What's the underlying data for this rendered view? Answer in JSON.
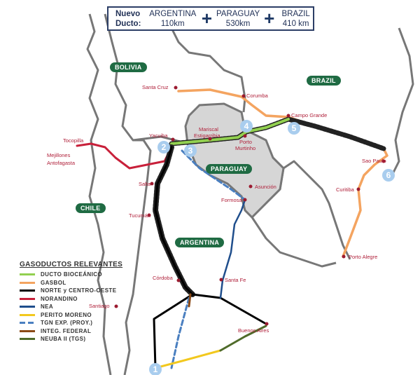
{
  "header": {
    "label_line1": "Nuevo",
    "label_line2": "Ducto:",
    "segments": [
      {
        "country": "ARGENTINA",
        "length": "110km"
      },
      {
        "country": "PARAGUAY",
        "length": "530km"
      },
      {
        "country": "BRAZIL",
        "length": "410 km"
      }
    ],
    "plus": "+"
  },
  "countries": {
    "bolivia": "BOLIVIA",
    "brazil": "BRAZIL",
    "chile": "CHILE",
    "paraguay": "PARAGUAY",
    "argentina": "ARGENTINA"
  },
  "cities": {
    "santa_cruz": "Santa Cruz",
    "corumba": "Corumba",
    "campo_grande": "Campo Grande",
    "mariscal": "Mariscal",
    "estigarribia": "Estigarribia",
    "porto": "Porto",
    "murtinho": "Murtinho",
    "yacuiba": "Yacuiba",
    "tocopilla": "Tocopilla",
    "mejillones": "Mejillones",
    "antofagasta": "Antofagasta",
    "salta": "Salta",
    "tucuman": "Tucumán",
    "cordoba": "Córdoba",
    "santiago": "Santiago",
    "santa_fe": "Santa Fe",
    "formosa": "Formosa",
    "asuncion": "Asunción",
    "sao_paulo": "Sao Paulo",
    "curitiba": "Curitiba",
    "porto_alegre": "Porto Alegre",
    "buenos_aires": "Buenos Aires"
  },
  "markers": [
    "1",
    "2",
    "3",
    "4",
    "5",
    "6"
  ],
  "legend": {
    "title": "GASODUCTOS RELEVANTES",
    "items": [
      {
        "label": "DUCTO BIOCEÁNICO",
        "color": "#92d050"
      },
      {
        "label": "GASBOL",
        "color": "#f4a460"
      },
      {
        "label": "NORTE y CENTRO-OESTE",
        "color": "#000000"
      },
      {
        "label": "NORANDINO",
        "color": "#c8203a"
      },
      {
        "label": "NEA",
        "color": "#1f4e8c"
      },
      {
        "label": "PERITO MORENO",
        "color": "#f2c81e"
      },
      {
        "label": "TGN EXP. (PROY.)",
        "color": "#4a7fc0",
        "dashed": true
      },
      {
        "label": "INTEG. FEDERAL",
        "color": "#8b4a16"
      },
      {
        "label": "NEUBA II (TGS)",
        "color": "#4f6b2a"
      }
    ]
  }
}
